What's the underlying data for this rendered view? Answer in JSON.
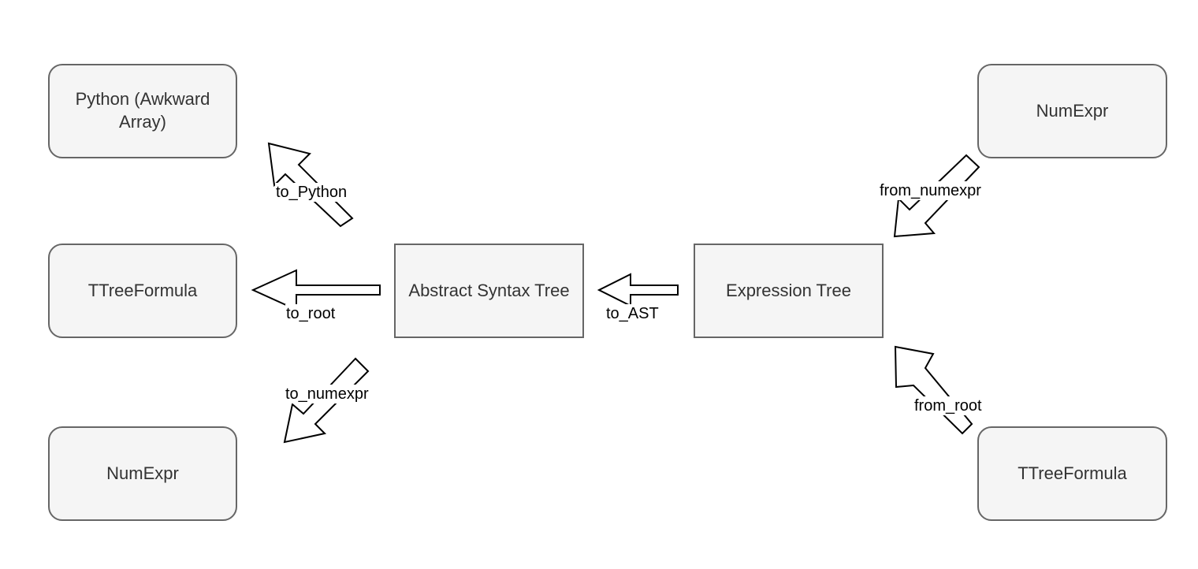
{
  "nodes": {
    "python": "Python (Awkward Array)",
    "ttreeformula_left": "TTreeFormula",
    "numexpr_left": "NumExpr",
    "ast": "Abstract Syntax Tree",
    "expression_tree": "Expression Tree",
    "numexpr_right": "NumExpr",
    "ttreeformula_right": "TTreeFormula"
  },
  "edges": {
    "to_python": "to_Python",
    "to_root": "to_root",
    "to_numexpr": "to_numexpr",
    "to_ast": "to_AST",
    "from_numexpr": "from_numexpr",
    "from_root": "from_root"
  },
  "colors": {
    "node_fill": "#f5f5f5",
    "node_border": "#666666",
    "arrow_fill": "#ffffff",
    "arrow_stroke": "#000000"
  }
}
